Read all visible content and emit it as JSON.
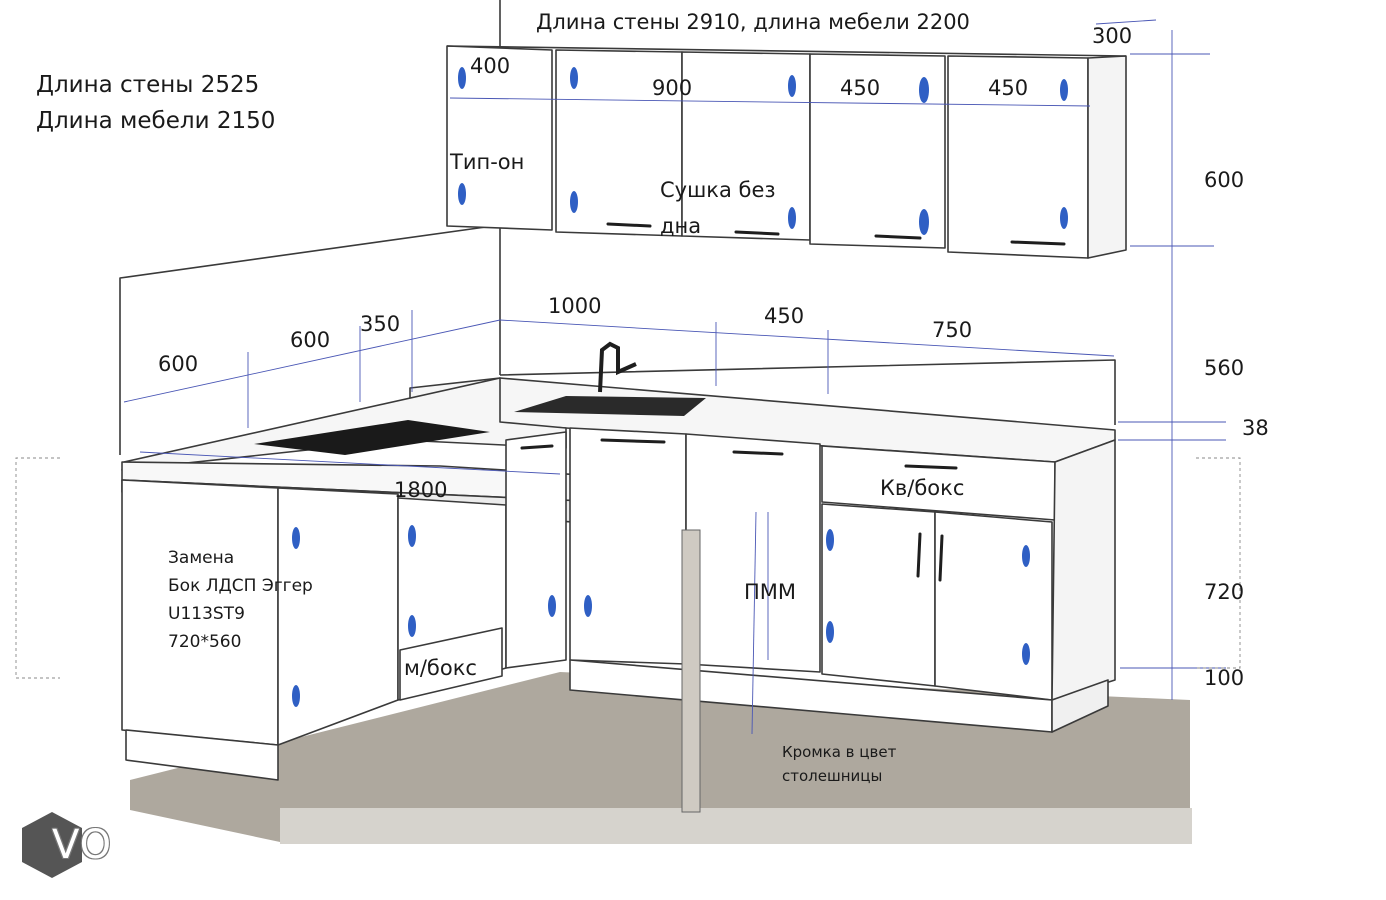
{
  "wall_right_info": "Длина стены 2910, длина мебели 2200",
  "wall_left_info": [
    "Длина стены 2525",
    "Длина мебели 2150"
  ],
  "upper_cabinets": {
    "widths": [
      "400",
      "900",
      "450",
      "450"
    ],
    "depth": "300",
    "height": "600",
    "tip_on_label": "Тип-он",
    "dryer_label": [
      "Сушка без",
      "дна"
    ]
  },
  "backsplash": {
    "left_widths": [
      "600",
      "600",
      "350"
    ],
    "right_widths": [
      "1000",
      "450",
      "750"
    ],
    "height": "560",
    "countertop_thickness": "38"
  },
  "base_cabinets": {
    "height": "720",
    "plinth": "100",
    "bar_length": "1800",
    "drawer_box_right": "Кв/бокс",
    "drawer_box_left": "м/бокс",
    "dishwasher": "ПММ",
    "replacement_note": [
      "Замена",
      "Бок ЛДСП Эггер",
      "U113ST9",
      "720*560"
    ],
    "edge_note": [
      "Кромка в цвет",
      "столешницы"
    ]
  },
  "logo": {
    "text": "VO"
  },
  "colors": {
    "floor": "#aea89e",
    "floor_light": "#d6d3cd",
    "handle": "#2f5fc4",
    "line": "#3a3a3a",
    "dim_line": "#4a57b5",
    "hob": "#1a1a1a",
    "sink": "#2a2a2a"
  }
}
